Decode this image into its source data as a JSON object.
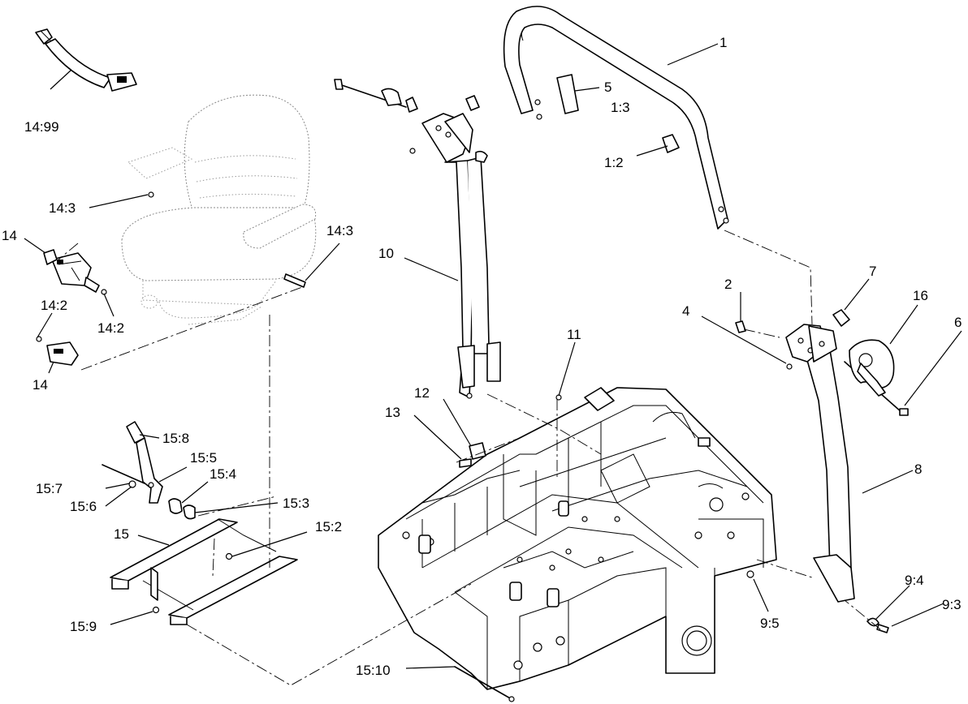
{
  "callouts": {
    "c1": "1",
    "c1_2": "1:2",
    "c1_3": "1:3",
    "c2": "2",
    "c4": "4",
    "c5": "5",
    "c6": "6",
    "c7": "7",
    "c8": "8",
    "c9_3": "9:3",
    "c9_4": "9:4",
    "c9_5": "9:5",
    "c10": "10",
    "c11": "11",
    "c12": "12",
    "c13": "13",
    "c14_a": "14",
    "c14_b": "14",
    "c14_2a": "14:2",
    "c14_2b": "14:2",
    "c14_3a": "14:3",
    "c14_3b": "14:3",
    "c14_99": "14:99",
    "c15": "15",
    "c15_2": "15:2",
    "c15_3": "15:3",
    "c15_4": "15:4",
    "c15_5": "15:5",
    "c15_6": "15:6",
    "c15_7": "15:7",
    "c15_8": "15:8",
    "c15_9": "15:9",
    "c15_10": "15:10",
    "c16": "16"
  }
}
